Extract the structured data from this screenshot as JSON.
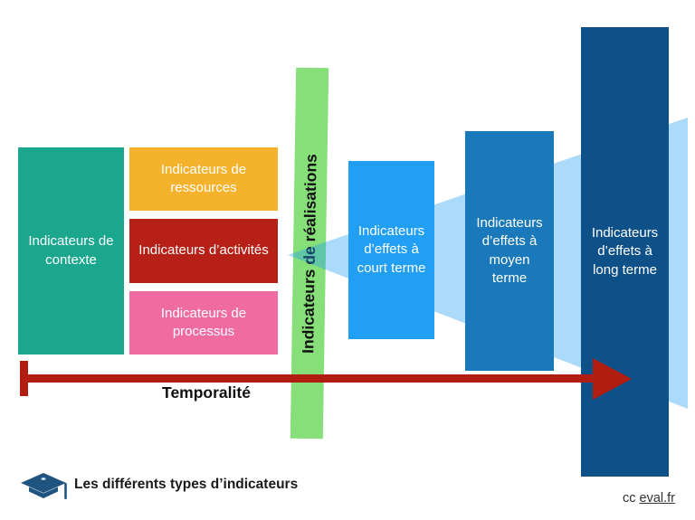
{
  "diagram": {
    "boxes": {
      "contexte": {
        "label": "Indicateurs de contexte",
        "color": "#1aa78e"
      },
      "ressources": {
        "label": "Indicateurs de ressources",
        "color": "#f5b22c"
      },
      "activites": {
        "label": "Indicateurs d’activités",
        "color": "#b62016"
      },
      "processus": {
        "label": "Indicateurs de processus",
        "color": "#ef6ba0"
      },
      "realisations": {
        "label": "Indicateurs de réalisations",
        "color": "#86df78"
      },
      "court_terme": {
        "label": "Indicateurs d’effets à court terme",
        "color": "#219ff5"
      },
      "moyen_terme": {
        "label": "Indicateurs d’effets à moyen terme",
        "color": "#1a79ba"
      },
      "long_terme": {
        "label": "Indicateurs d’effets à long terme",
        "color": "#0e5189"
      }
    },
    "funnel_color": "#219ff5",
    "arrow": {
      "label": "Temporalité",
      "color": "#b21d11"
    }
  },
  "footer": {
    "title": "Les différents types d’indicateurs",
    "credit_prefix": "cc ",
    "credit_link": "eval.fr",
    "cap_icon_color": "#1f5480"
  }
}
